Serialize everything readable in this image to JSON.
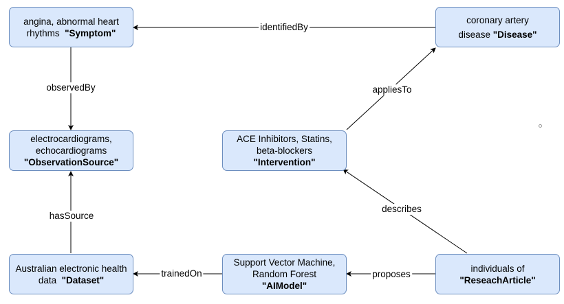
{
  "colors": {
    "node_fill": "#dae8fc",
    "node_border": "#6c8ebf",
    "edge": "#000000"
  },
  "nodes": {
    "symptom": {
      "line1": "angina, abnormal heart",
      "line2": "rhythms",
      "type": "\"Symptom\""
    },
    "disease": {
      "line1": "coronary artery",
      "line2": "disease",
      "type": "\"Disease\""
    },
    "observation_source": {
      "line1": "electrocardiograms,",
      "line2": "echocardiograms",
      "type": "\"ObservationSource\""
    },
    "intervention": {
      "line1": "ACE Inhibitors, Statins,",
      "line2": "beta-blockers",
      "type": "\"Intervention\""
    },
    "dataset": {
      "line1": "Australian electronic health",
      "line2": "data",
      "type": "\"Dataset\""
    },
    "ai_model": {
      "line1": "Support Vector Machine,",
      "line2": "Random Forest",
      "type": "\"AIModel\""
    },
    "research_article": {
      "line1": "individuals of",
      "type": "\"ReseachArticle\""
    }
  },
  "edges": {
    "identified_by": "identifiedBy",
    "observed_by": "observedBy",
    "applies_to": "appliesTo",
    "has_source": "hasSource",
    "describes": "describes",
    "trained_on": "trainedOn",
    "proposes": "proposes"
  }
}
